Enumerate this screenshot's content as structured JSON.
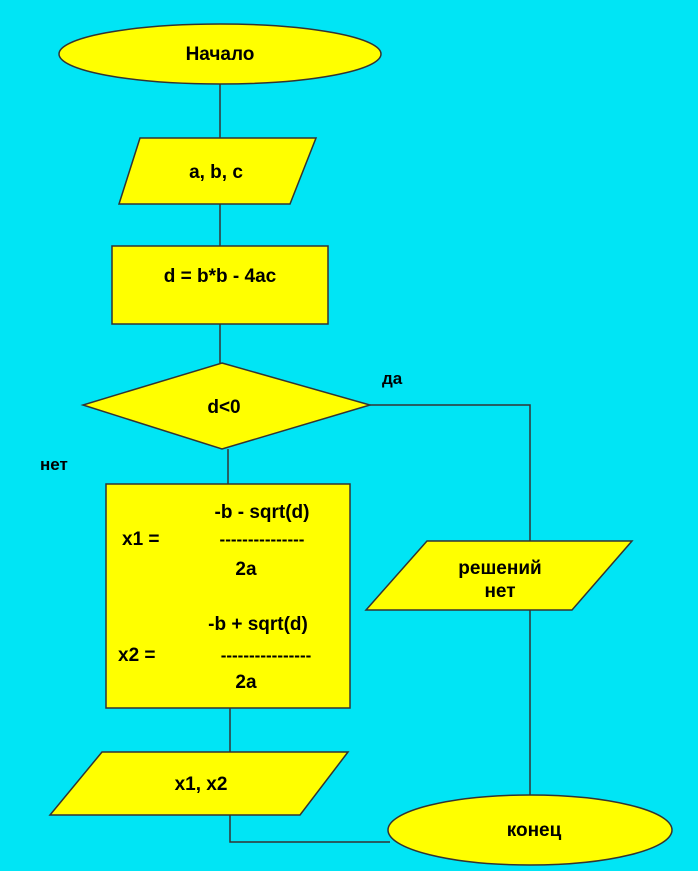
{
  "colors": {
    "background": "#00e5f5",
    "shape_fill": "#ffff00",
    "line": "#333333",
    "text": "#000000"
  },
  "flowchart": {
    "start_label": "Начало",
    "input_label": "a, b, c",
    "discriminant_label": "d = b*b - 4ac",
    "decision_label": "d<0",
    "branch_yes": "да",
    "branch_no": "нет",
    "formula": {
      "x1_label": "x1 =",
      "x1_numerator": "-b - sqrt(d)",
      "x1_bar": "---------------",
      "x1_denominator": "2a",
      "x2_label": "x2 =",
      "x2_numerator": "-b + sqrt(d)",
      "x2_bar": "----------------",
      "x2_denominator": "2a"
    },
    "no_solution_line1": "решений",
    "no_solution_line2": "нет",
    "output_label": "x1, x2",
    "end_label": "конец"
  }
}
